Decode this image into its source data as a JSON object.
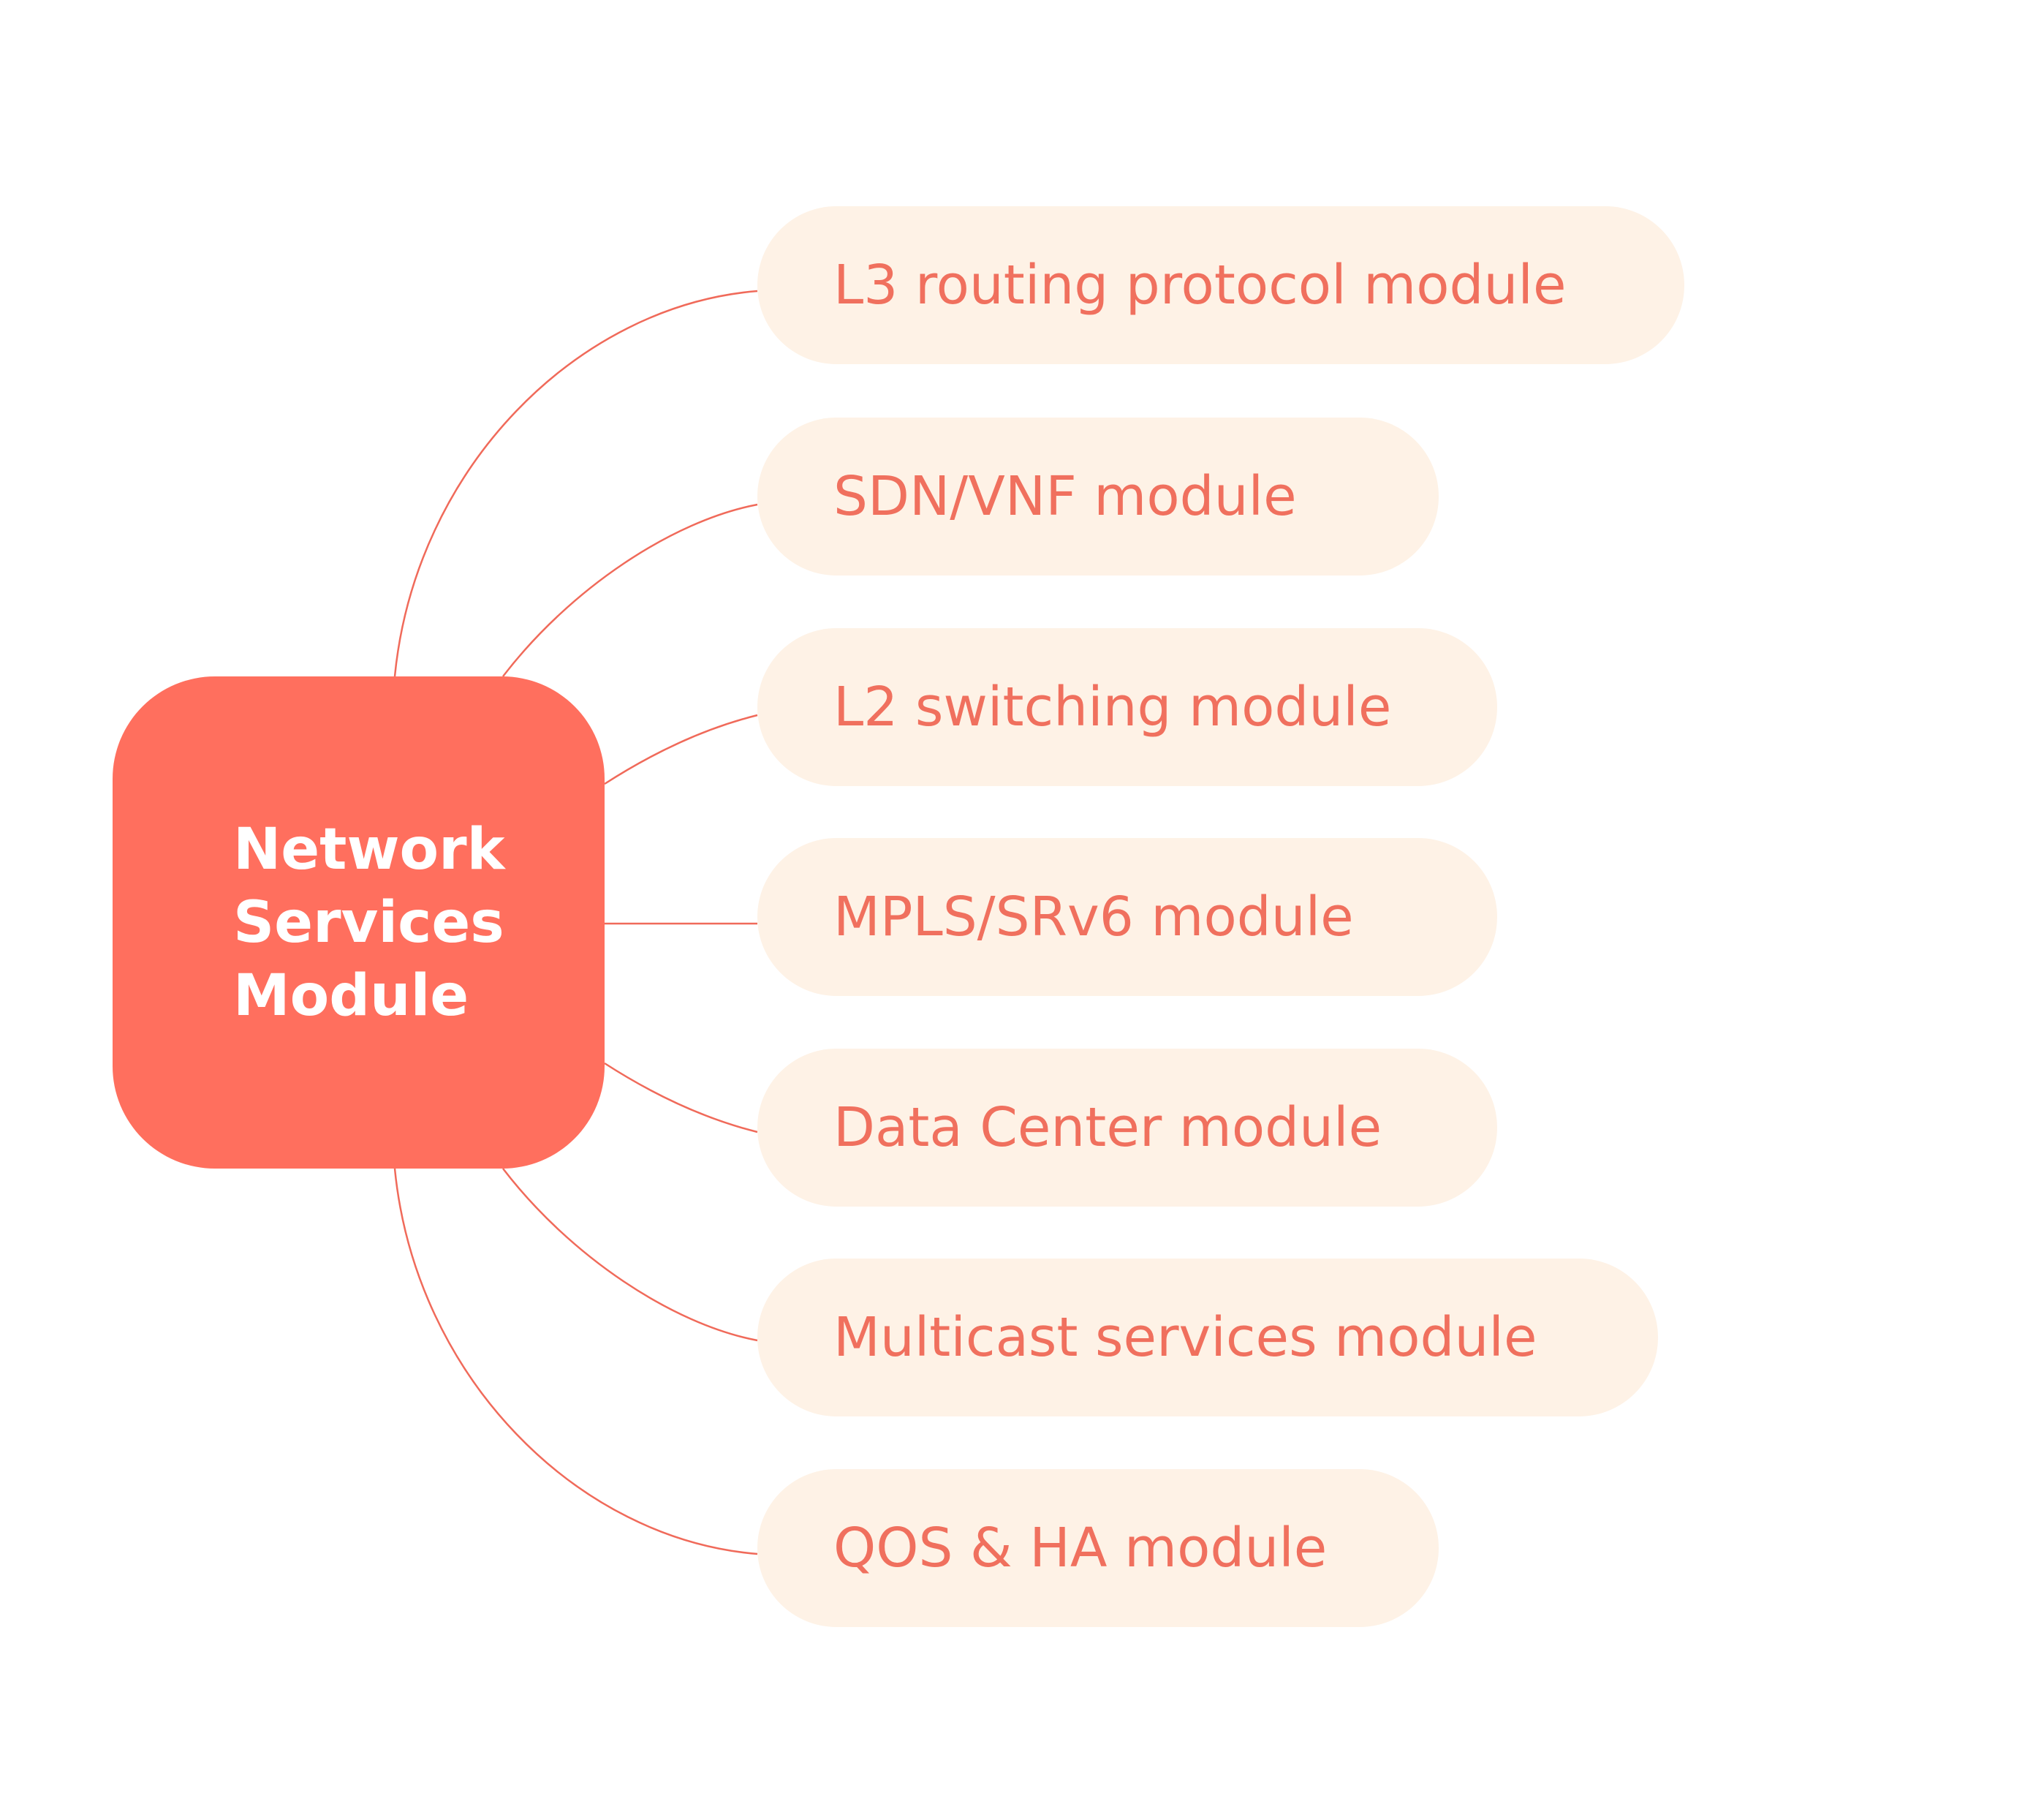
{
  "colors": {
    "accent": "#FF6F5E",
    "node_fill": "#FEF2E6",
    "node_text": "#F0705E",
    "connector": "#F06A5A",
    "hub_text": "#FFFFFF"
  },
  "hub": {
    "lines": [
      "Network",
      "Services",
      "Module"
    ]
  },
  "modules": [
    {
      "label": "L3 routing protocol module"
    },
    {
      "label": "SDN/VNF module"
    },
    {
      "label": "L2 switching module"
    },
    {
      "label": "MPLS/SRv6 module"
    },
    {
      "label": "Data Center module"
    },
    {
      "label": "Multicast services module"
    },
    {
      "label": "QOS & HA module"
    }
  ]
}
